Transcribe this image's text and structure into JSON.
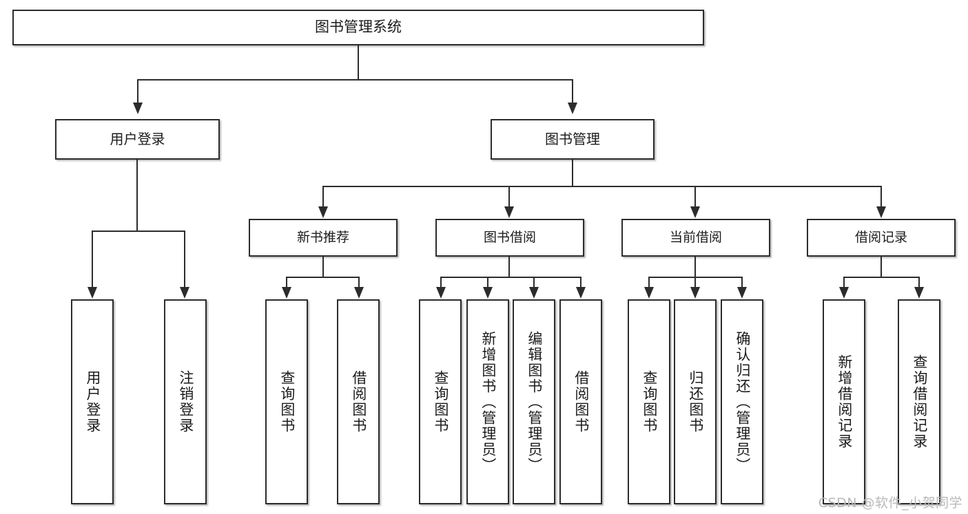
{
  "diagram": {
    "type": "tree",
    "title": "图书管理系统",
    "watermark": "CSDN @软件_小贺同学",
    "root": {
      "label": "图书管理系统"
    },
    "level2": [
      {
        "id": "user-login",
        "label": "用户登录"
      },
      {
        "id": "book-manage",
        "label": "图书管理"
      }
    ],
    "level3": [
      {
        "id": "new-book-recommend",
        "label": "新书推荐"
      },
      {
        "id": "book-borrow",
        "label": "图书借阅"
      },
      {
        "id": "current-borrow",
        "label": "当前借阅"
      },
      {
        "id": "borrow-record",
        "label": "借阅记录"
      }
    ],
    "leaves": {
      "user_login": [
        {
          "id": "leaf-user-login",
          "label": "用户登录"
        },
        {
          "id": "leaf-logout",
          "label": "注销登录"
        }
      ],
      "new_book_recommend": [
        {
          "id": "leaf-query-book-1",
          "label": "查询图书"
        },
        {
          "id": "leaf-borrow-book-1",
          "label": "借阅图书"
        }
      ],
      "book_borrow": [
        {
          "id": "leaf-query-book-2",
          "label": "查询图书"
        },
        {
          "id": "leaf-add-book",
          "label": "新增图书（管理员）"
        },
        {
          "id": "leaf-edit-book",
          "label": "编辑图书（管理员）"
        },
        {
          "id": "leaf-borrow-book-2",
          "label": "借阅图书"
        }
      ],
      "current_borrow": [
        {
          "id": "leaf-query-book-3",
          "label": "查询图书"
        },
        {
          "id": "leaf-return-book",
          "label": "归还图书"
        },
        {
          "id": "leaf-confirm-return",
          "label": "确认归还（管理员）"
        }
      ],
      "borrow_record": [
        {
          "id": "leaf-add-record",
          "label": "新增借阅记录"
        },
        {
          "id": "leaf-query-record",
          "label": "查询借阅记录"
        }
      ]
    },
    "colors": {
      "border": "#2c2c2c",
      "background": "#ffffff",
      "text": "#1b1b1b",
      "watermark": "#b9b9b9"
    }
  }
}
